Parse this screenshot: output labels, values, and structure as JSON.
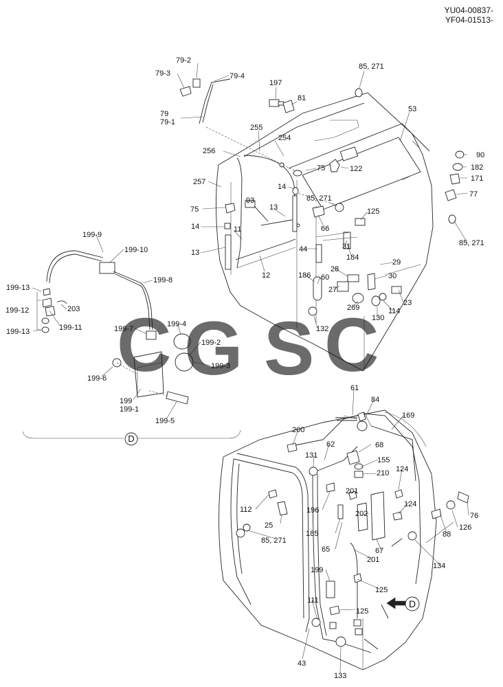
{
  "header": {
    "line1": "YU04-00837-",
    "line2": "YF04-01513-"
  },
  "watermark": {
    "letters": [
      "C",
      "G",
      "S",
      "C"
    ],
    "colors": [
      "#4a8fe8",
      "#ee7b72",
      "#f5cf58",
      "#4fae7e"
    ]
  },
  "detail": {
    "marker": "D",
    "callout": "D"
  },
  "labels": {
    "p79_2": "79-2",
    "p79_3": "79-3",
    "p79_4": "79-4",
    "p79": "79",
    "p79_1": "79-1",
    "p197": "197",
    "p81": "81",
    "p85_271_top": "85, 271",
    "p53": "53",
    "p255": "255",
    "p254": "254",
    "p256": "256",
    "p75_top": "75",
    "p122": "122",
    "p257": "257",
    "p90": "90",
    "p182": "182",
    "p171": "171",
    "p77": "77",
    "p14_top": "14",
    "p85_271_mid": "85, 271",
    "p93": "93",
    "p13_top": "13",
    "p75_left": "75",
    "p125_top": "125",
    "p14_left": "14",
    "p66": "66",
    "p85_271_right": "85, 271",
    "p11": "11",
    "p31": "31",
    "p13_left": "13",
    "p44": "44",
    "p184": "184",
    "p29": "29",
    "p28": "28",
    "p12": "12",
    "p186": "186",
    "p60": "60",
    "p30": "30",
    "p27": "27",
    "p23": "23",
    "p269": "269",
    "p130": "130",
    "p114": "114",
    "p132": "132",
    "p199_9": "199-9",
    "p199_10": "199-10",
    "p199_8": "199-8",
    "p199_13a": "199-13",
    "p203": "203",
    "p199_12": "199-12",
    "p199_11": "199-11",
    "p199_13b": "199-13",
    "p199_7": "199-7",
    "p199_4": "199-4",
    "p199_2": "199-2",
    "p199_3": "199-3",
    "p199_6": "199-6",
    "p199": "199",
    "p199_1": "199-1",
    "p199_5": "199-5",
    "p61": "61",
    "p84": "84",
    "p169": "169",
    "p200": "200",
    "p62": "62",
    "p68": "68",
    "p131": "131",
    "p155": "155",
    "p210": "210",
    "p124a": "124",
    "p201a": "201",
    "p112": "112",
    "p196": "196",
    "p202": "202",
    "p124b": "124",
    "p76": "76",
    "p25": "25",
    "p185": "185",
    "p88": "88",
    "p126": "126",
    "p85_271_low": "85, 271",
    "p65": "65",
    "p67": "67",
    "p201b": "201",
    "p134": "134",
    "p199_low": "199",
    "p125_low": "125",
    "p111": "111",
    "p125_bot": "125",
    "p43": "43",
    "p133": "133"
  }
}
